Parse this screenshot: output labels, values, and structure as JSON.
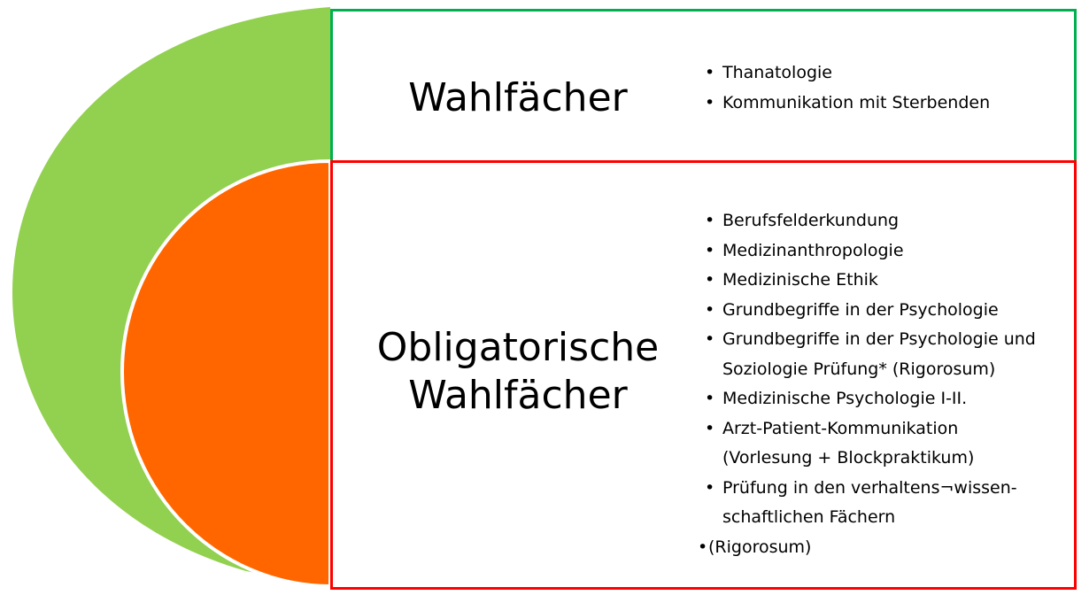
{
  "colors": {
    "green_shape": "#92D050",
    "orange_shape": "#FF6600",
    "top_box_border": "#00B050",
    "bottom_box_border": "#FF0000",
    "text": "#000000"
  },
  "sections": [
    {
      "title": "Wahlfächer",
      "items": [
        {
          "lines": [
            "Thanatologie"
          ]
        },
        {
          "lines": [
            "Kommunikation mit Sterbenden"
          ]
        }
      ]
    },
    {
      "title_lines": [
        "Obligatorische",
        "Wahlfächer"
      ],
      "items": [
        {
          "lines": [
            "Berufsfelderkundung"
          ]
        },
        {
          "lines": [
            "Medizinanthropologie"
          ]
        },
        {
          "lines": [
            "Medizinische Ethik"
          ]
        },
        {
          "lines": [
            "Grundbegriffe in der Psychologie"
          ]
        },
        {
          "lines": [
            "Grundbegriffe in der Psychologie und",
            "Soziologie Prüfung* (Rigorosum)"
          ]
        },
        {
          "lines": [
            "Medizinische Psychologie I-II."
          ]
        },
        {
          "lines": [
            "Arzt-Patient-Kommunikation",
            "(Vorlesung + Blockpraktikum)"
          ]
        },
        {
          "lines": [
            "Prüfung in den verhaltens¬wissen-",
            "schaftlichen Fächern"
          ]
        },
        {
          "lines": [
            "(Rigorosum)"
          ]
        }
      ]
    }
  ],
  "bullet_glyph": "•"
}
